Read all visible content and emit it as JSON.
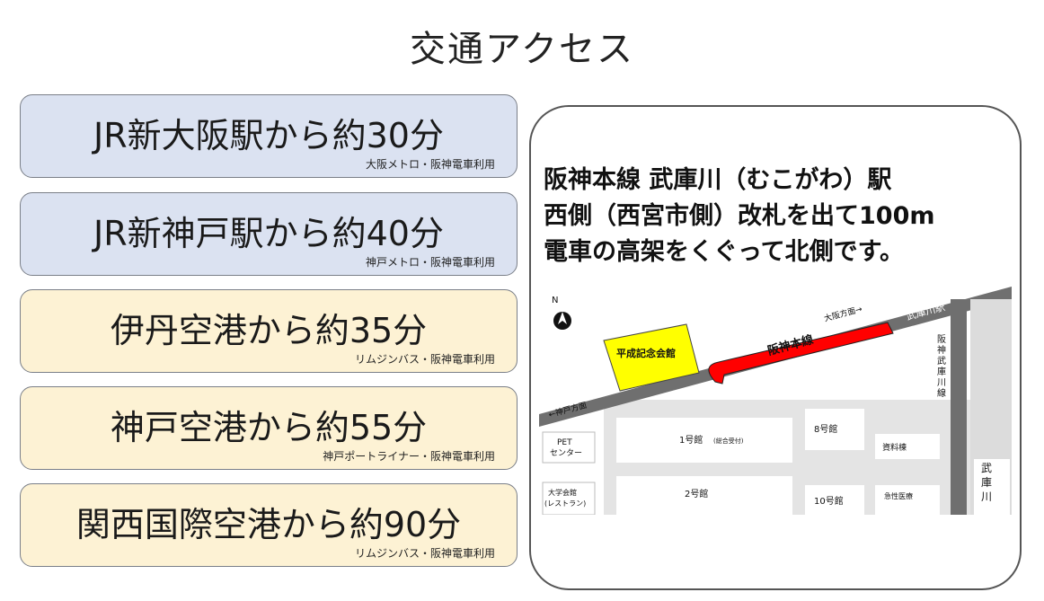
{
  "title": "交通アクセス",
  "routes": [
    {
      "main": "JR新大阪駅から約30分",
      "sub": "大阪メトロ・阪神電車利用",
      "color": "#dbe2f1"
    },
    {
      "main": "JR新神戸駅から約40分",
      "sub": "神戸メトロ・阪神電車利用",
      "color": "#dbe2f1"
    },
    {
      "main": "伊丹空港から約35分",
      "sub": "リムジンバス・阪神電車利用",
      "color": "#fdf2d4"
    },
    {
      "main": "神戸空港から約55分",
      "sub": "神戸ポートライナー・阪神電車利用",
      "color": "#fdf2d4"
    },
    {
      "main": "関西国際空港から約90分",
      "sub": "リムジンバス・阪神電車利用",
      "color": "#fdf2d4"
    }
  ],
  "directions": {
    "line1": "阪神本線 武庫川（むこがわ）駅",
    "line2": "西側（西宮市側）改札を出て100m",
    "line3": "電車の高架をくぐって北側です。"
  },
  "map": {
    "north": "N",
    "station": "武庫川駅",
    "line_name": "阪神本線",
    "dir_osaka": "大阪方面→",
    "dir_kobe": "←神戸方面",
    "venue": "平成記念会館",
    "mukogawa_line": "阪神武庫川線",
    "river": "武庫川",
    "pet_center": "PETセンター",
    "pet_line1": "PET",
    "pet_line2": "センター",
    "cafeteria_line1": "大学会館",
    "cafeteria_line2": "(レストラン)",
    "bldg1": "1号館",
    "bldg1_note": "(総合受付)",
    "bldg2": "2号館",
    "bldg8": "8号館",
    "bldg10": "10号館",
    "archive": "資料棟",
    "emergency": "急性医療",
    "route_color": "#ff0000",
    "venue_color": "#ffff00"
  }
}
